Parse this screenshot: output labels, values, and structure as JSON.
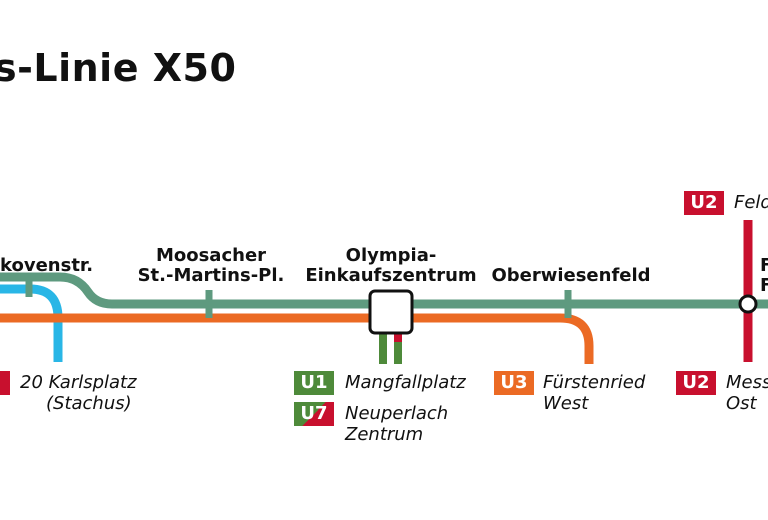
{
  "title": "s-Linie X50",
  "colors": {
    "bus_line": "#5e9a7f",
    "u1": "#4e8a3a",
    "u2": "#c8102e",
    "u3": "#eb6a24",
    "u7_split": [
      "#4e8a3a",
      "#c8102e"
    ],
    "blue_line": "#29b6e6"
  },
  "stations": [
    {
      "name": "kovenstr.",
      "lines": []
    },
    {
      "name": "Moosacher\nSt.-Martins-Pl.",
      "lines": []
    },
    {
      "name": "Olympia-\nEinkaufszentrum",
      "lines": []
    },
    {
      "name": "Oberwiesenfeld",
      "lines": []
    },
    {
      "name": "F\nF",
      "lines": []
    }
  ],
  "connections": [
    {
      "line": "",
      "destination": "20 Karlsplatz\n(Stachus)"
    },
    {
      "line": "U1",
      "destination": "Mangfallplatz"
    },
    {
      "line": "U7",
      "destination": "Neuperlach\nZentrum"
    },
    {
      "line": "U3",
      "destination": "Fürstenried\nWest"
    },
    {
      "line": "U2",
      "destination": "Mess\nOst"
    },
    {
      "line": "U2",
      "destination": "Feld"
    }
  ]
}
